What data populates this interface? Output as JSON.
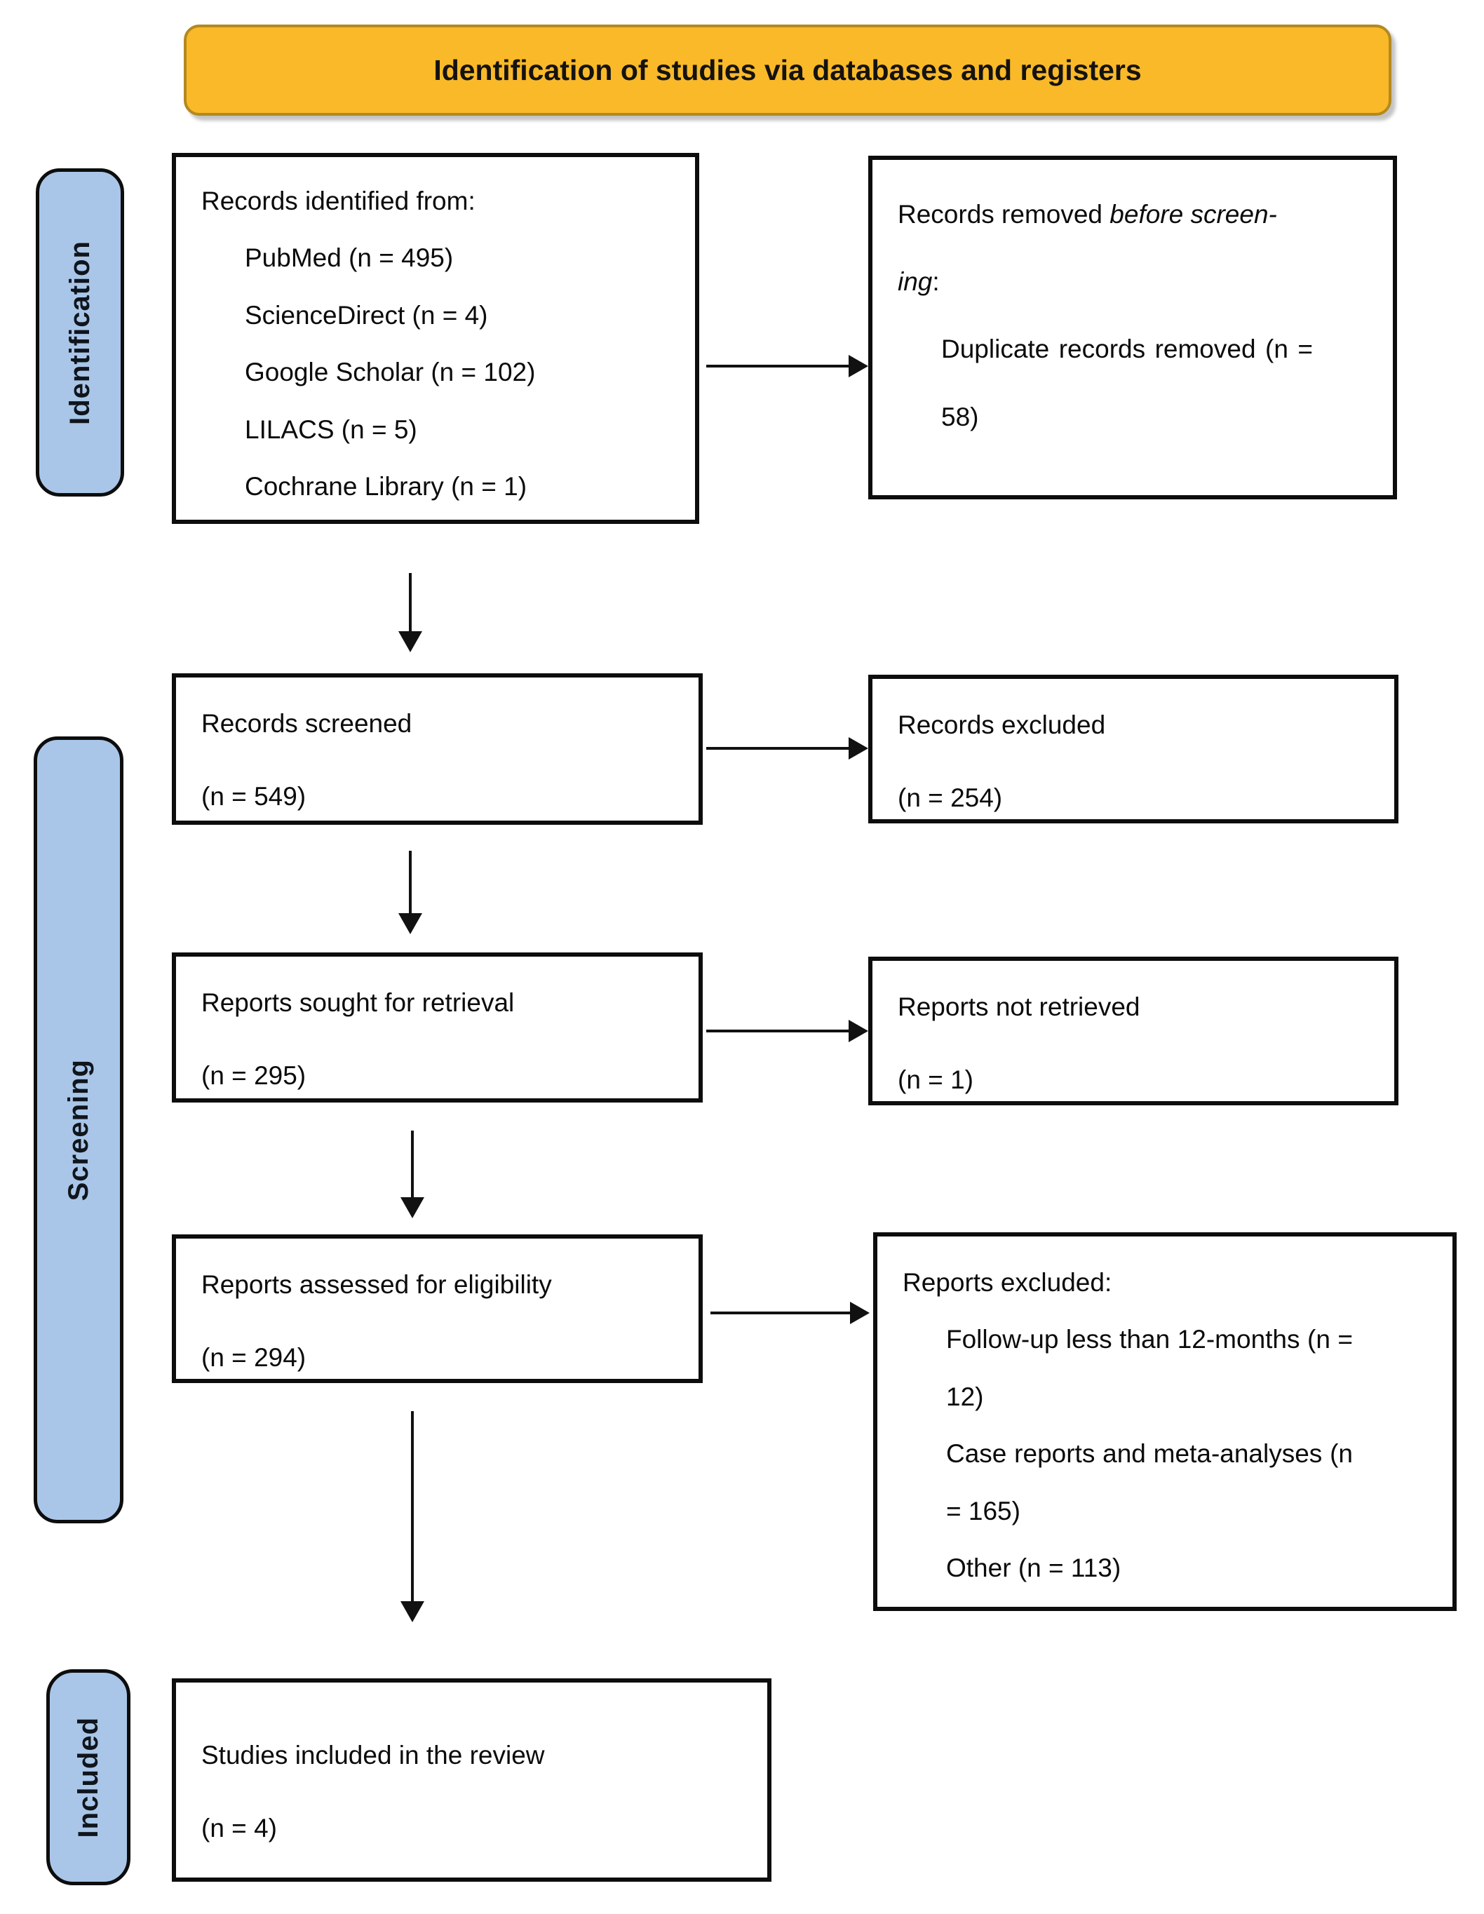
{
  "header": {
    "title": "Identification of studies via databases and registers"
  },
  "sidebar": {
    "identification": "Identification",
    "screening": "Screening",
    "included": "Included"
  },
  "boxes": {
    "records_identified": {
      "title": "Records identified from:",
      "items": [
        "PubMed (n = 495)",
        "ScienceDirect (n = 4)",
        "Google Scholar (n = 102)",
        "LILACS (n = 5)",
        "Cochrane Library (n = 1)"
      ]
    },
    "records_removed": {
      "l1_prefix": "Records removed ",
      "l1_italic": "before screen-",
      "l2_italic": "ing",
      "l2_suffix": ":",
      "item": "Duplicate records removed (n = 58)"
    },
    "records_screened": {
      "line1": "Records screened",
      "line2": "(n = 549)"
    },
    "records_excluded": {
      "line1": "Records excluded",
      "line2": "(n = 254)"
    },
    "reports_sought": {
      "line1": "Reports sought for retrieval",
      "line2": "(n = 295)"
    },
    "reports_not_retrieved": {
      "line1": "Reports not retrieved",
      "line2": "(n = 1)"
    },
    "reports_assessed": {
      "line1": "Reports assessed for eligibility",
      "line2": "(n = 294)"
    },
    "reports_excluded": {
      "title": "Reports excluded:",
      "items": [
        "Follow-up less than 12-months (n = 12)",
        "Case reports and meta-analyses (n = 165)",
        "Other (n = 113)"
      ]
    },
    "studies_included": {
      "line1": "Studies included in the review",
      "line2": "(n = 4)"
    }
  },
  "colors": {
    "header_fill": "#F9B929",
    "header_border": "#B3891F",
    "stage_fill": "#A9C6E8",
    "box_border": "#0D0D0D"
  }
}
